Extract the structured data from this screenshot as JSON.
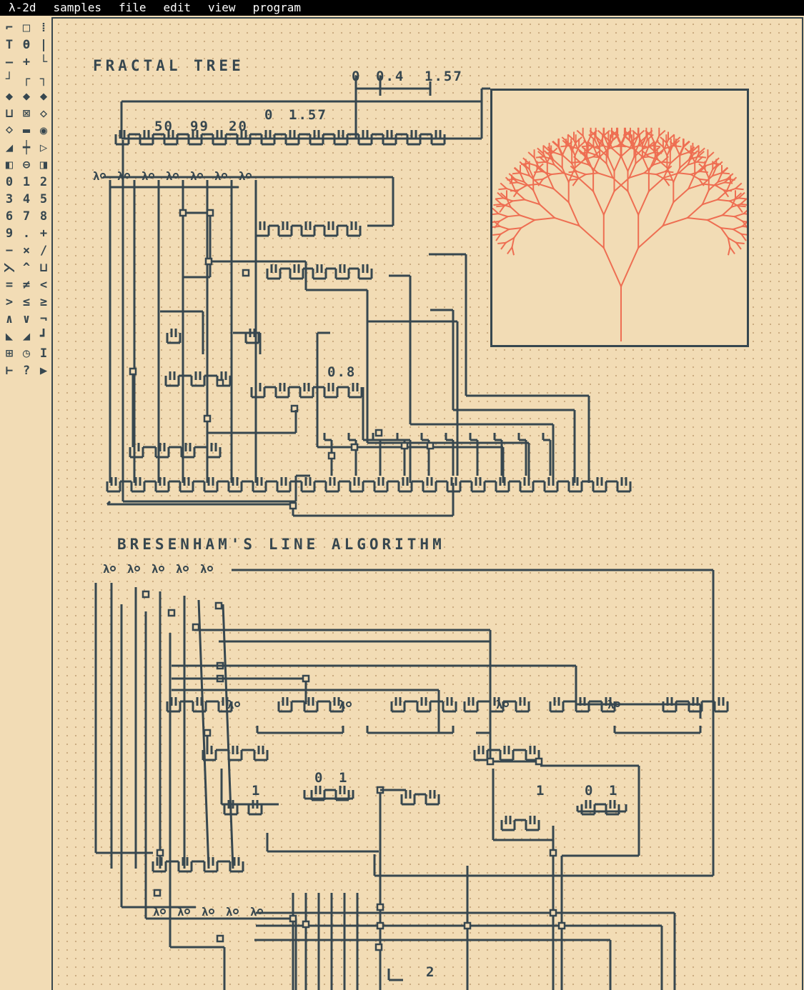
{
  "menu": {
    "app": "λ-2d",
    "items": [
      "samples",
      "file",
      "edit",
      "view",
      "program"
    ]
  },
  "palette": {
    "glyphs": [
      "⌐",
      "□",
      "⁞",
      "T",
      "Ɵ",
      "|",
      "—",
      "+",
      "└",
      "┘",
      "┌",
      "┐",
      "◆",
      "◆",
      "◆",
      "⊔",
      "⊠",
      "◇",
      "⋄",
      "▬",
      "◉",
      "◢",
      "┿",
      "▷",
      "◧",
      "⊖",
      "◨",
      "0",
      "1",
      "2",
      "3",
      "4",
      "5",
      "6",
      "7",
      "8",
      "9",
      ".",
      "+",
      "−",
      "×",
      "∕",
      "⋋",
      "^",
      "⊔",
      "=",
      "≠",
      "<",
      ">",
      "≤",
      "≥",
      "∧",
      "∨",
      "¬",
      "◣",
      "◢",
      "┛",
      "⊞",
      "◷",
      "I",
      "⊢",
      "?",
      "▶"
    ]
  },
  "sections": {
    "fractal_title": "FRACTAL TREE",
    "bresenham_title": "BRESENHAM'S LINE ALGORITHM"
  },
  "constants": {
    "c_0": "0",
    "c_04": "0.4",
    "c_157_top": "1.57",
    "c_50": "50",
    "c_99": "99",
    "c_20": "20",
    "c_0b": "0",
    "c_157_mid": "1.57",
    "c_08": "0.8",
    "b_0a": "0",
    "b_1a": "1",
    "b_0b": "0",
    "b_1b": "1",
    "b_lambda1a": "1",
    "b_lambda1b": "1",
    "b_2": "2"
  },
  "colors": {
    "background": "#f2dcb5",
    "wire": "#37474f",
    "grid_dot": "#c9a97e",
    "tree": "#ee6e52"
  }
}
